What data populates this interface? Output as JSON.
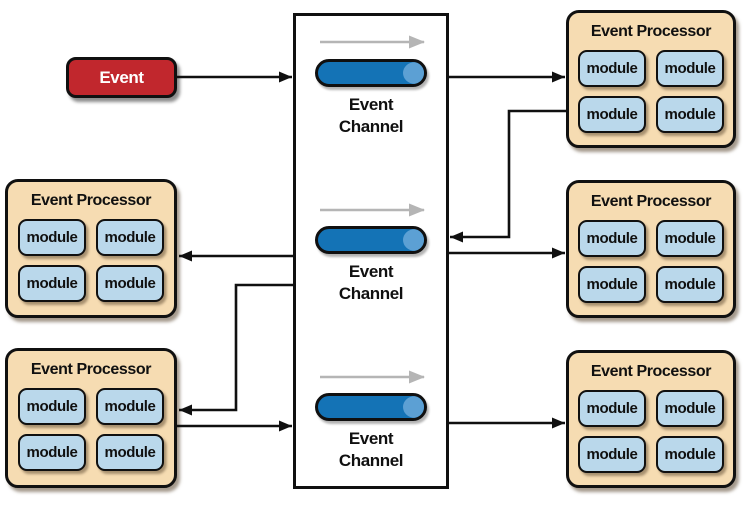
{
  "diagram": {
    "event": {
      "label": "Event"
    },
    "channels": [
      {
        "label": "Event Channel"
      },
      {
        "label": "Event Channel"
      },
      {
        "label": "Event Channel"
      }
    ],
    "processors": [
      {
        "position": "top-right",
        "title": "Event Processor",
        "modules": [
          "module",
          "module",
          "module",
          "module"
        ]
      },
      {
        "position": "middle-left",
        "title": "Event Processor",
        "modules": [
          "module",
          "module",
          "module",
          "module"
        ]
      },
      {
        "position": "middle-right",
        "title": "Event Processor",
        "modules": [
          "module",
          "module",
          "module",
          "module"
        ]
      },
      {
        "position": "bottom-left",
        "title": "Event Processor",
        "modules": [
          "module",
          "module",
          "module",
          "module"
        ]
      },
      {
        "position": "bottom-right",
        "title": "Event Processor",
        "modules": [
          "module",
          "module",
          "module",
          "module"
        ]
      }
    ],
    "colors": {
      "event_red": "#C1272D",
      "processor_tan": "#F6DCB2",
      "module_blue": "#BAD8EB",
      "channel_blue": "#1473B6",
      "channel_cap_blue": "#5CA0D4",
      "flow_arrow_gray": "#B5B5B5",
      "connector_black": "#101010"
    }
  }
}
